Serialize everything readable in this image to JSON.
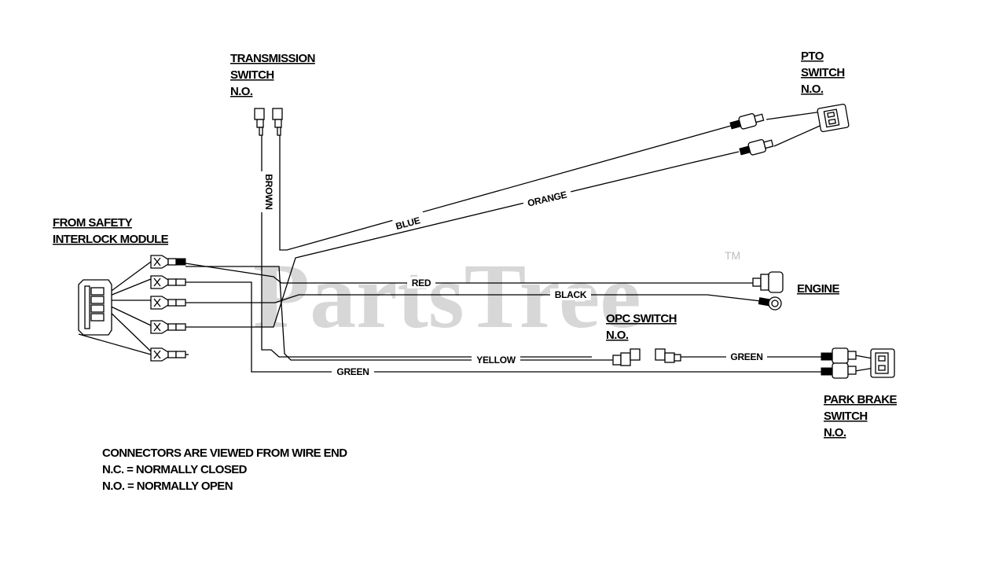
{
  "components": {
    "transmission_switch": [
      "TRANSMISSION",
      "SWITCH",
      "N.O."
    ],
    "pto_switch": [
      "PTO",
      "SWITCH",
      "N.O."
    ],
    "safety_module": [
      "FROM SAFETY",
      "INTERLOCK MODULE"
    ],
    "engine": "ENGINE",
    "opc_switch": [
      "OPC SWITCH",
      "N.O."
    ],
    "park_brake_switch": [
      "PARK BRAKE",
      "SWITCH",
      "N.O."
    ]
  },
  "wires": {
    "brown": "BROWN",
    "blue": "BLUE",
    "orange": "ORANGE",
    "red": "RED",
    "black": "BLACK",
    "yellow": "YELLOW",
    "green_opc": "GREEN",
    "green_main": "GREEN"
  },
  "notes": [
    "CONNECTORS ARE VIEWED FROM WIRE END",
    "N.C. = NORMALLY CLOSED",
    "N.O. = NORMALLY OPEN"
  ],
  "watermark": {
    "text": "PartsTree",
    "tm": "TM"
  }
}
